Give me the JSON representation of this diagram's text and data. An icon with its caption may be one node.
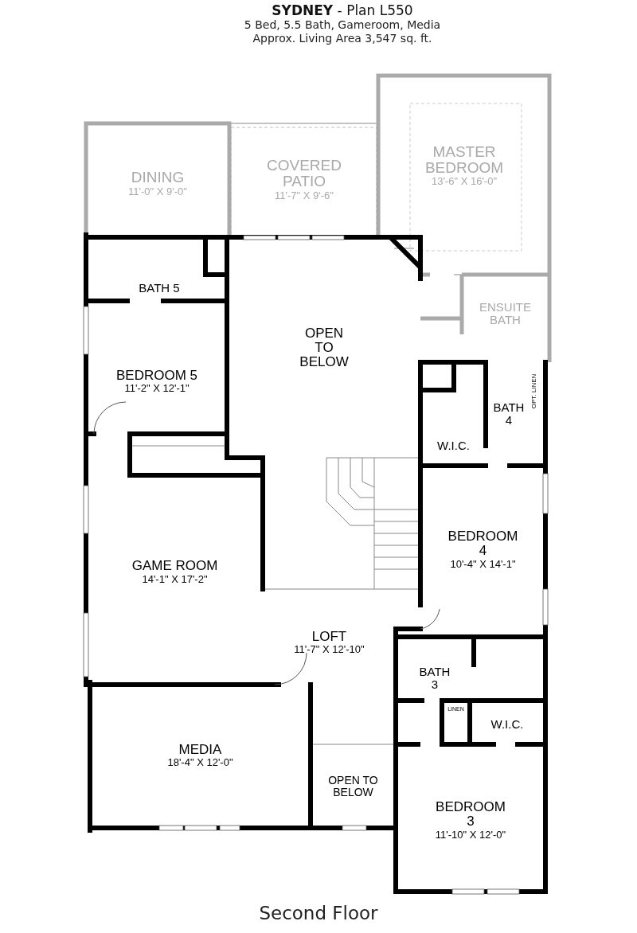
{
  "diagram": {
    "title": "**SYDNEY** - Plan L550",
    "caption": "Second Floor",
    "nodes": [
      {
        "text": [
          "DINING",
          "11'-0\" X 9'-0\""
        ]
      },
      {
        "text": [
          "COVERED PATIO",
          "11'-7\" X 9'-6\""
        ]
      },
      {
        "text": [
          "MASTER BEDROOM",
          "13'-6\" X 16'-0\""
        ]
      },
      {
        "text": [
          "BATH 5"
        ]
      },
      {
        "text": [
          "OPEN TO BELOW"
        ]
      },
      {
        "text": [
          "ENSUITE BATH"
        ]
      },
      {
        "text": [
          "BEDROOM 5",
          "11'-2\" X 12'-1\""
        ]
      },
      {
        "text": [
          "W.I.C."
        ]
      },
      {
        "text": [
          "BATH 4"
        ]
      },
      {
        "text": [
          "BEDROOM 4",
          "10'-4\" X 14'-1\""
        ]
      },
      {
        "text": [
          "GAME ROOM",
          "14'-1\" X 17'-2\""
        ]
      },
      {
        "text": [
          "LOFT",
          "11'-7\" X 12'-10\""
        ]
      },
      {
        "text": [
          "BATH 3"
        ]
      },
      {
        "text": [
          "LINEN"
        ]
      },
      {
        "text": [
          "W.I.C."
        ]
      },
      {
        "text": [
          "MEDIA",
          "18'-4\" X 12'-0\""
        ]
      },
      {
        "text": [
          "OPEN TO BELOW"
        ]
      },
      {
        "text": [
          "BEDROOM 3",
          "11'-10\" X 12'-0\""
        ]
      }
    ],
    "labels": [
      "5 Bed, 5.5 Bath, Gameroom, Media",
      "Approx. Living Area 3,547 sq. ft.",
      "OPT. LINEN"
    ]
  }
}
